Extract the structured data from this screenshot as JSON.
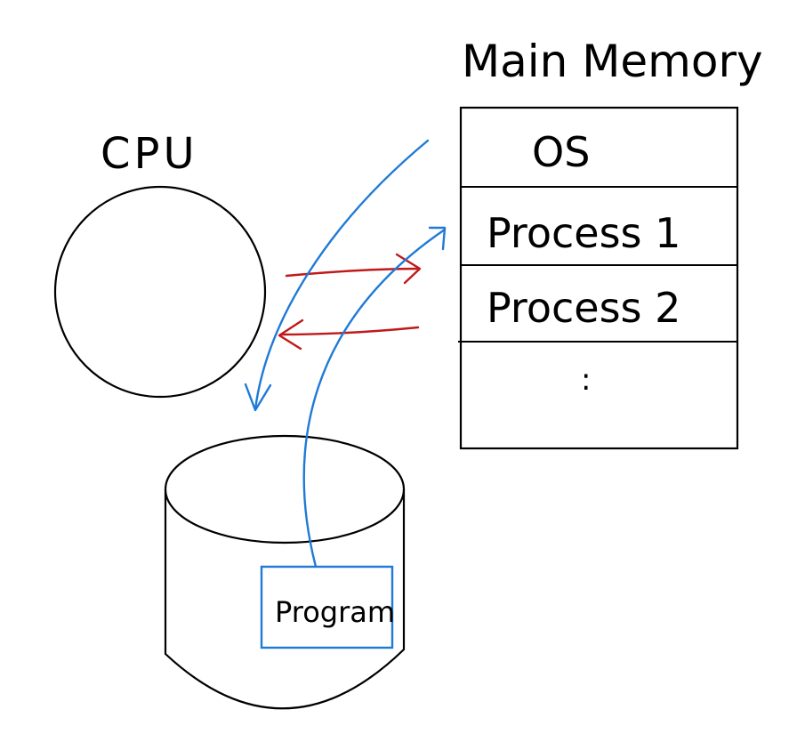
{
  "cpu": {
    "label": "CPU"
  },
  "main_memory": {
    "title": "Main Memory",
    "cells": [
      {
        "label": "OS"
      },
      {
        "label": "Process 1"
      },
      {
        "label": "Process 2"
      },
      {
        "label": ":"
      }
    ]
  },
  "disk": {
    "program_label": "Program"
  },
  "colors": {
    "stroke": "#000000",
    "blue_arrow": "#1f7ad6",
    "red_arrow": "#c0191a",
    "program_box": "#1f7ad6"
  }
}
